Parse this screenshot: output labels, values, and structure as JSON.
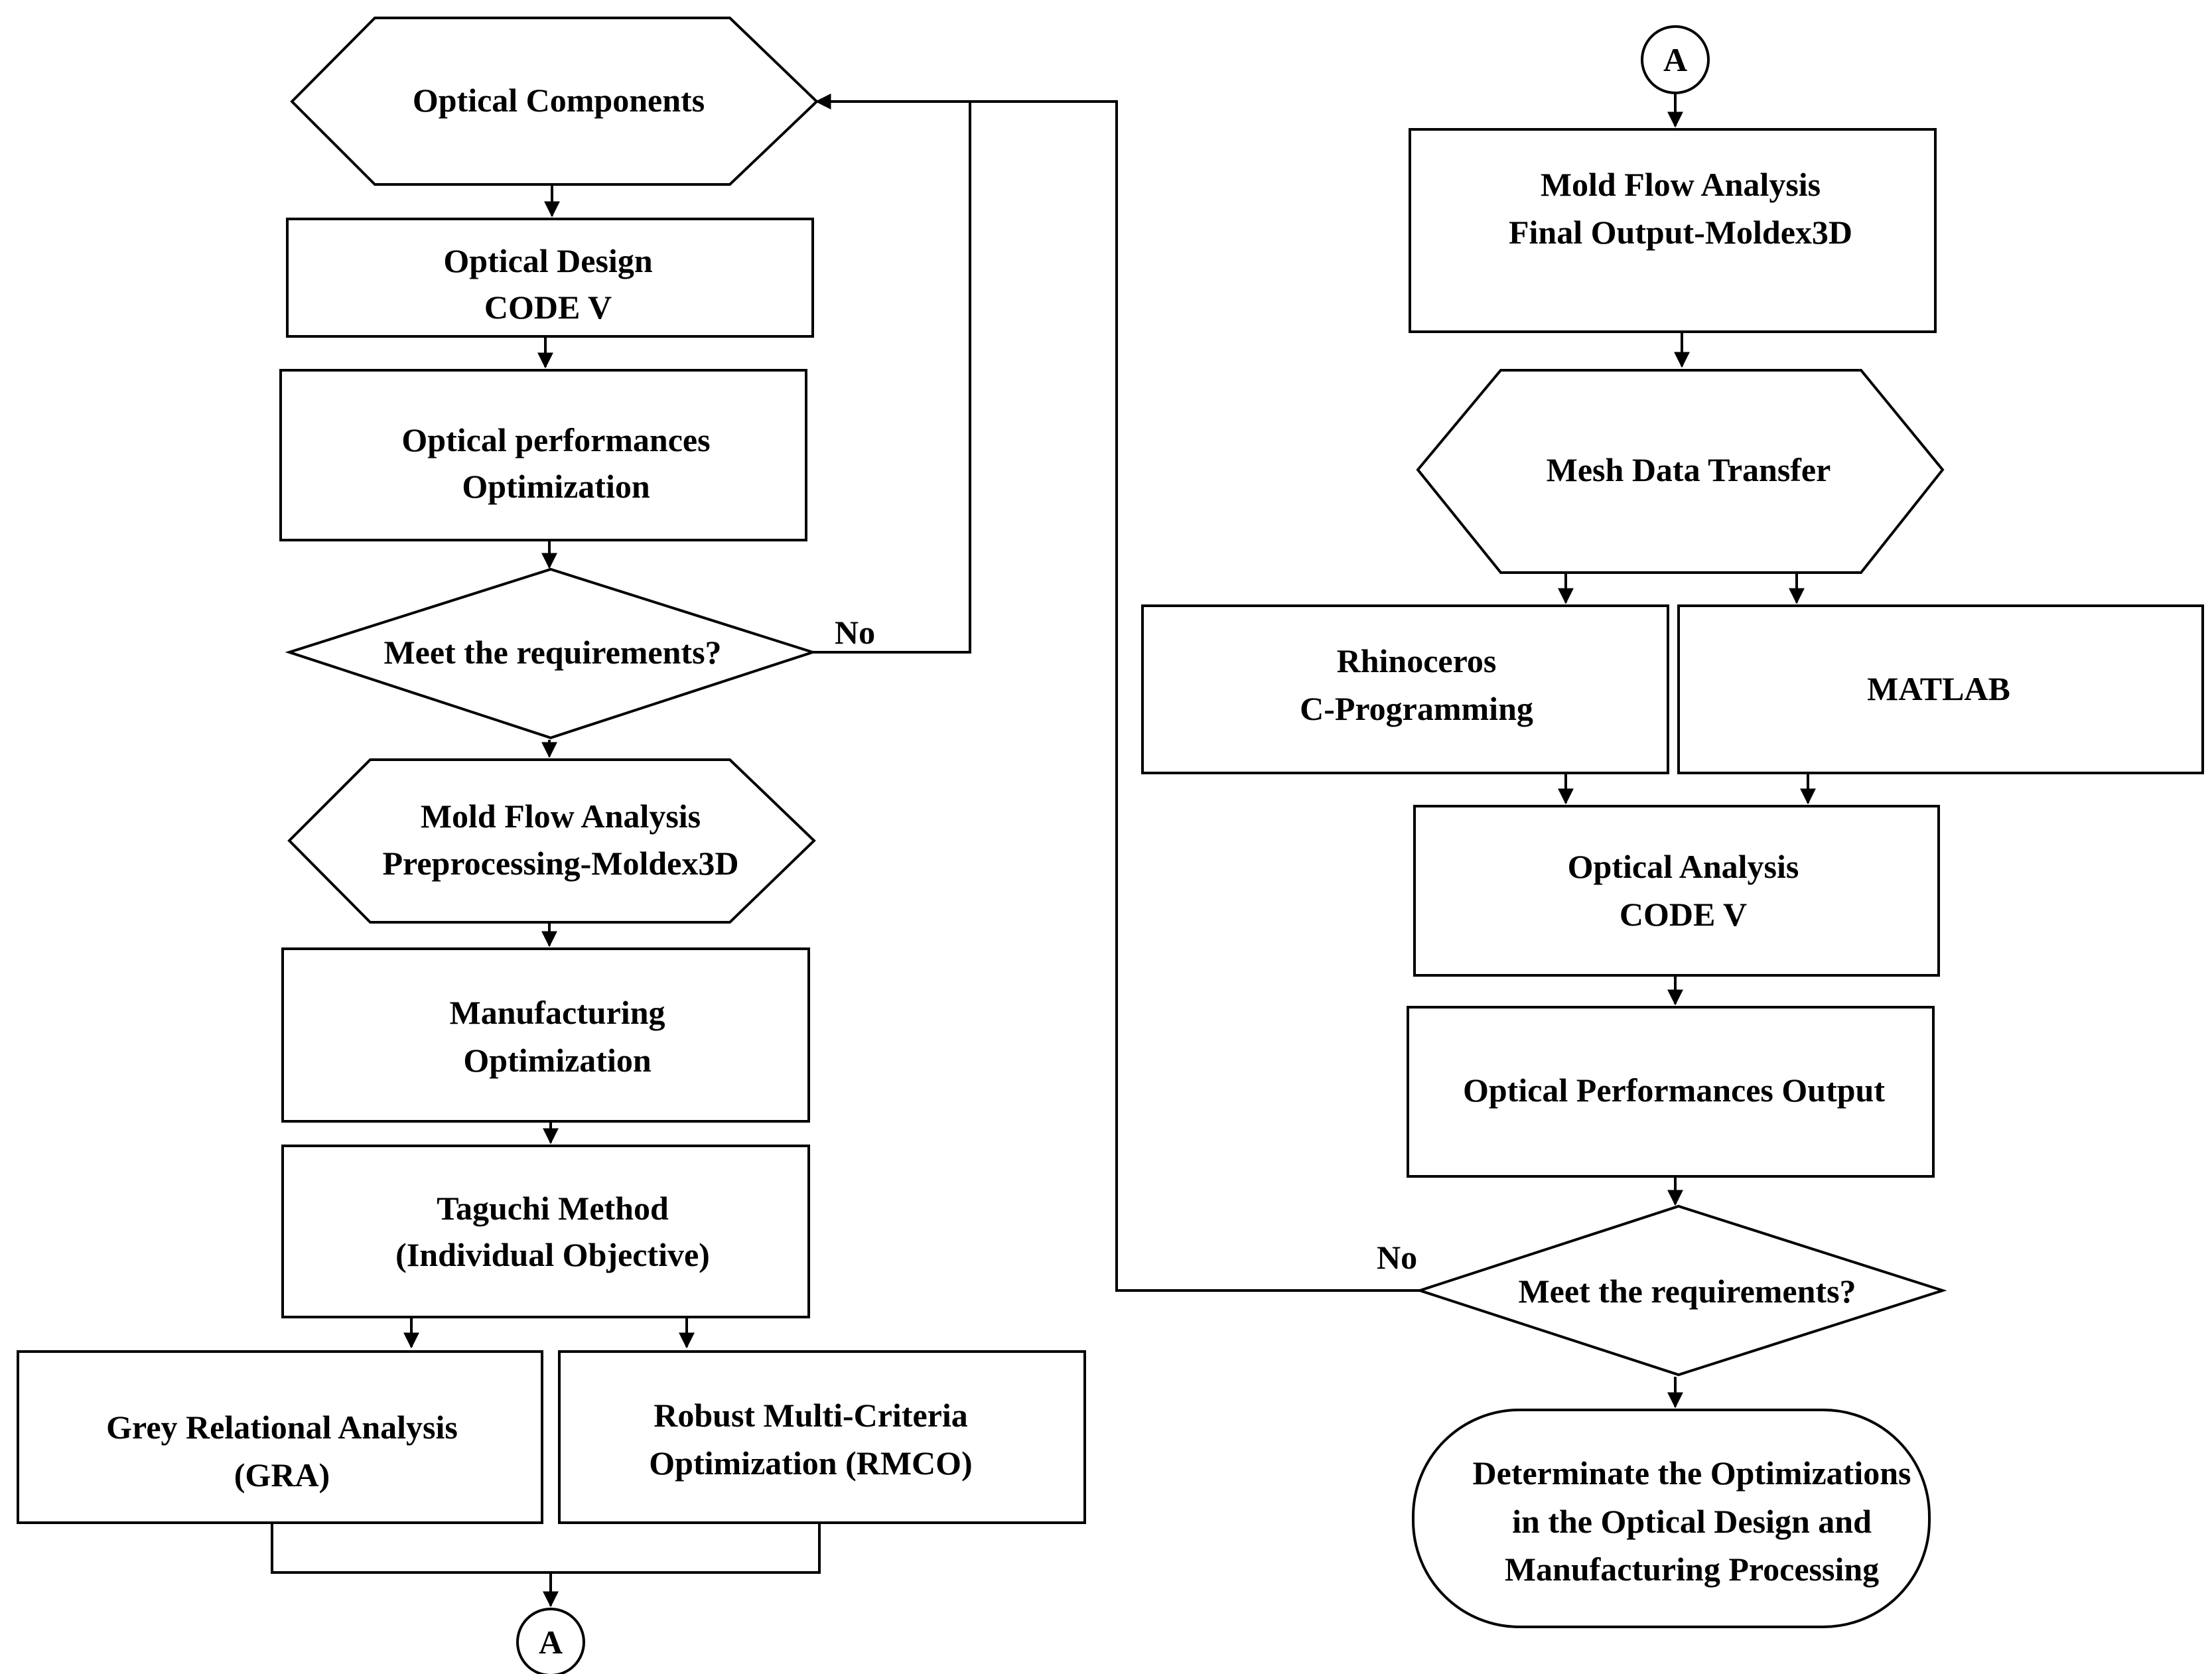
{
  "nodes": {
    "optical_components": {
      "lines": [
        "Optical Components"
      ]
    },
    "optical_design": {
      "lines": [
        "Optical Design",
        "CODE V"
      ]
    },
    "optical_performances_optimization": {
      "lines": [
        "Optical performances",
        "Optimization"
      ]
    },
    "meet_requirements_1": {
      "lines": [
        "Meet the requirements?"
      ]
    },
    "mold_flow_preprocessing": {
      "lines": [
        "Mold Flow Analysis",
        "Preprocessing-Moldex3D"
      ]
    },
    "manufacturing_optimization": {
      "lines": [
        "Manufacturing",
        "Optimization"
      ]
    },
    "taguchi_method": {
      "lines": [
        "Taguchi Method",
        "(Individual Objective)"
      ]
    },
    "gra": {
      "lines": [
        "Grey Relational Analysis",
        "(GRA)"
      ]
    },
    "rmco": {
      "lines": [
        "Robust Multi-Criteria",
        "Optimization (RMCO)"
      ]
    },
    "connector_bottom": {
      "lines": [
        "A"
      ]
    },
    "connector_top": {
      "lines": [
        "A"
      ]
    },
    "mold_flow_final": {
      "lines": [
        "Mold Flow Analysis",
        "Final Output-Moldex3D"
      ]
    },
    "mesh_data_transfer": {
      "lines": [
        "Mesh Data Transfer"
      ]
    },
    "rhinoceros": {
      "lines": [
        "Rhinoceros",
        "C-Programming"
      ]
    },
    "matlab": {
      "lines": [
        "MATLAB"
      ]
    },
    "optical_analysis": {
      "lines": [
        "Optical Analysis",
        "CODE V"
      ]
    },
    "optical_performances_output": {
      "lines": [
        "Optical Performances Output"
      ]
    },
    "meet_requirements_2": {
      "lines": [
        "Meet the requirements?"
      ]
    },
    "determinate": {
      "lines": [
        "Determinate the Optimizations",
        "in the Optical Design and",
        "Manufacturing Processing"
      ]
    }
  },
  "edge_labels": {
    "no_1": "No",
    "no_2": "No"
  }
}
